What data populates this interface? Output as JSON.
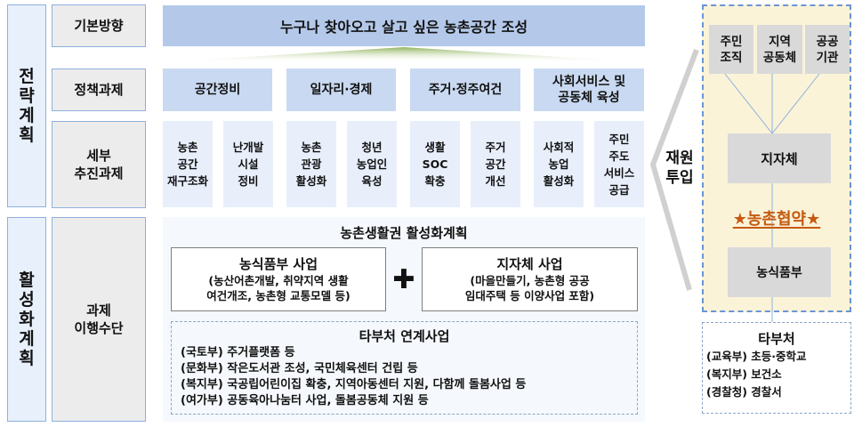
{
  "sections": {
    "strategy_plan": [
      "전",
      "략",
      "계",
      "획"
    ],
    "activation_plan": [
      "활",
      "성",
      "화",
      "계",
      "획"
    ]
  },
  "row_labels": {
    "basic_direction": "기본방향",
    "policy_tasks": "정책과제",
    "detail_tasks": [
      "세부",
      "추진과제"
    ],
    "implementation": [
      "과제",
      "이행수단"
    ]
  },
  "vision": "누구나 찾아오고 살고 싶은 농촌공간 조성",
  "policies": [
    {
      "label": [
        "공간정비"
      ]
    },
    {
      "label": [
        "일자리·경제"
      ]
    },
    {
      "label": [
        "주거·정주여건"
      ]
    },
    {
      "label": [
        "사회서비스 및",
        "공동체 육성"
      ]
    }
  ],
  "tasks": [
    [
      "농촌",
      "공간",
      "재구조화"
    ],
    [
      "난개발",
      "시설",
      "정비"
    ],
    [
      "농촌",
      "관광",
      "활성화"
    ],
    [
      "청년",
      "농업인",
      "육성"
    ],
    [
      "생활",
      "SOC",
      "확충"
    ],
    [
      "주거",
      "공간",
      "개선"
    ],
    [
      "사회적",
      "농업",
      "활성화"
    ],
    [
      "주민",
      "주도",
      "서비스",
      "공급"
    ]
  ],
  "activation": {
    "title": "농촌생활권 활성화계획",
    "mafra_project": {
      "title": "농식품부 사업",
      "lines": [
        "(농산어촌개발, 취약지역 생활",
        "여건개조, 농촌형 교통모델 등)"
      ]
    },
    "plus_icon": "✚",
    "local_project": {
      "title": "지자체 사업",
      "lines": [
        "(마을만들기, 농촌형 공공",
        "임대주택 등 이양사업 포함)"
      ]
    },
    "linked": {
      "title": "타부처 연계사업",
      "items": [
        "(국토부) 주거플랫폼 등",
        "(문화부) 작은도서관 조성, 국민체육센터 건립 등",
        "(복지부) 국공립어린이집 확충, 지역아동센터 지원, 다함께 돌봄사업 등",
        "(여가부) 공동육아나눔터 사업, 돌봄공동체 지원 등"
      ]
    }
  },
  "resource_input": [
    "재원",
    "투입"
  ],
  "agreement": {
    "actors": [
      [
        "주민",
        "조직"
      ],
      [
        "지역",
        "공동체"
      ],
      [
        "공공",
        "기관"
      ]
    ],
    "local_gov": "지자체",
    "title": "★농촌협약★",
    "ministry": "농식품부"
  },
  "other_ministries": {
    "title": "타부처",
    "items": [
      "(교육부) 초등·중학교",
      "(복지부) 보건소",
      "(경찰청) 경찰서"
    ]
  },
  "colors": {
    "banner": "#b4c9ea",
    "policy": "#c9d9f1",
    "task": "#e8effb",
    "label_gray": "#ececec",
    "agreement_text": "#c55a11",
    "agreement_bg": "#fbf3d8",
    "dash_blue": "#6a95d6"
  }
}
